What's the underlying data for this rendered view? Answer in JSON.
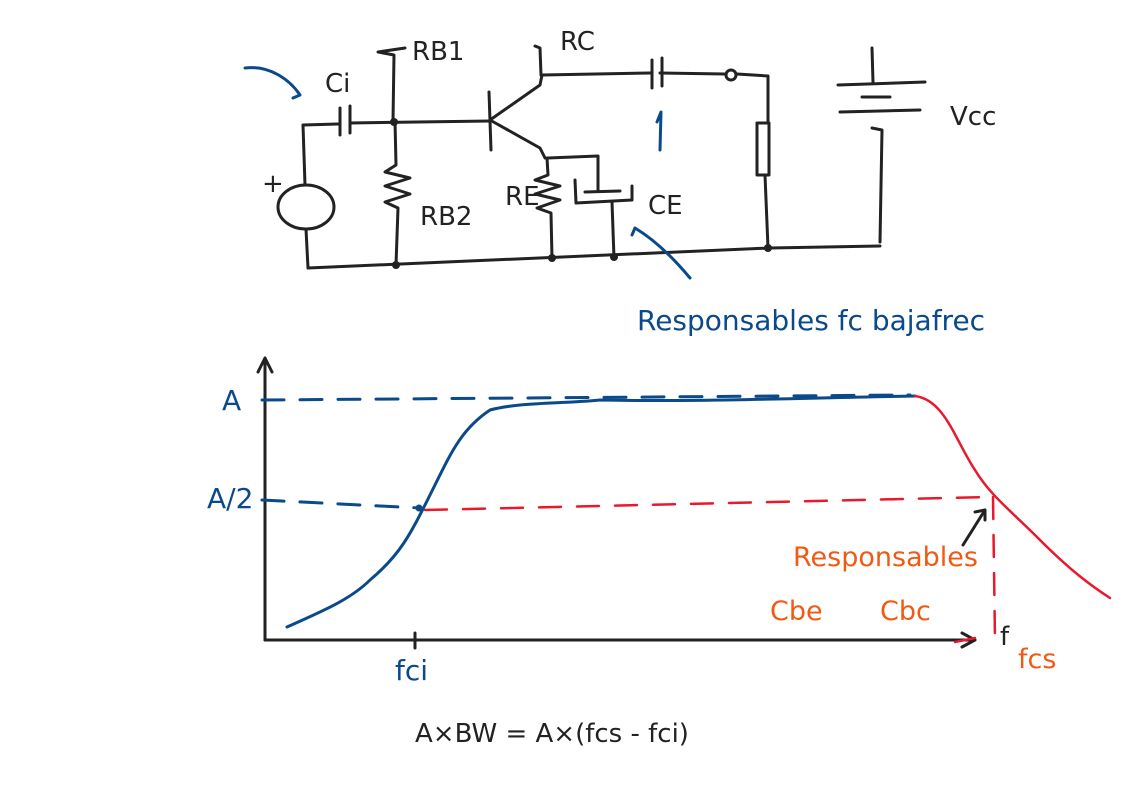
{
  "circuit": {
    "ci_label": "Ci",
    "rb1_label": "RB1",
    "rc_label": "RC",
    "rb2_label": "RB2",
    "re_label": "RE",
    "ce_label": "CE",
    "vcc_label": "Vcc",
    "plus_label": "+"
  },
  "annotations": {
    "low_freq_note": "Responsables fc bajafrec",
    "high_freq_note": "Responsables",
    "cbe_label": "Cbe",
    "cbc_label": "Cbc"
  },
  "graph": {
    "a_label": "A",
    "a_half_label": "A/2",
    "fci_label": "fci",
    "f_label": "f",
    "fcs_label": "fcs"
  },
  "formula": "A×BW = A×(fcs - fci)",
  "colors": {
    "ink": "#222222",
    "blue": "#0a4a8a",
    "red": "#e8192c",
    "orange": "#f05a14"
  }
}
